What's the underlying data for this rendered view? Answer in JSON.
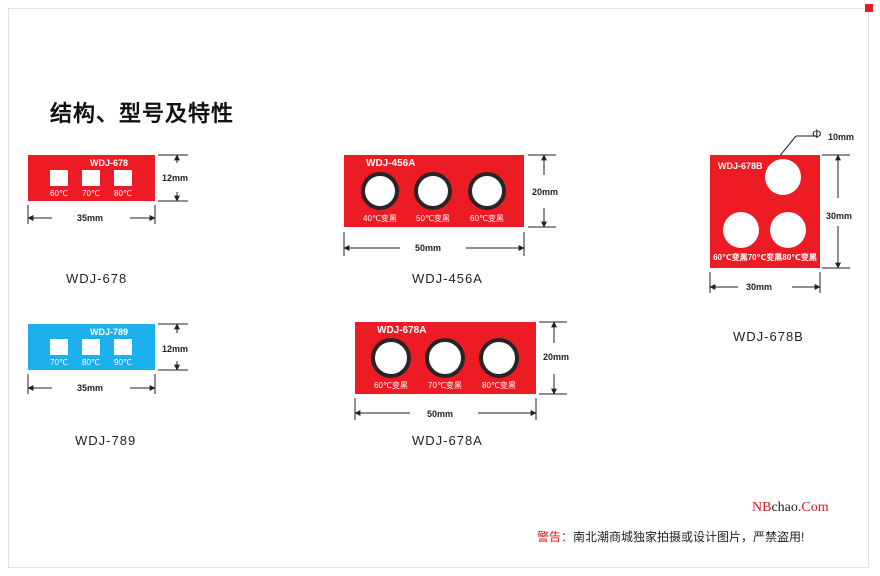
{
  "title": "结构、型号及特性",
  "colors": {
    "red": "#ec1b24",
    "blue": "#1cb1ec",
    "ring": "#262626"
  },
  "products": [
    {
      "model": "WDJ-678",
      "card_text": "WDJ-678",
      "temps": [
        "60℃",
        "70℃",
        "80℃"
      ],
      "width": "35mm",
      "height": "12mm",
      "color": "red"
    },
    {
      "model": "WDJ-789",
      "card_text": "WDJ-789",
      "temps": [
        "70℃",
        "80℃",
        "90℃"
      ],
      "width": "35mm",
      "height": "12mm",
      "color": "blue"
    },
    {
      "model": "WDJ-456A",
      "card_text": "WDJ-456A",
      "temps": [
        "40℃变黑",
        "50℃变黑",
        "60℃变黑"
      ],
      "width": "50mm",
      "height": "20mm",
      "color": "red"
    },
    {
      "model": "WDJ-678A",
      "card_text": "WDJ-678A",
      "temps": [
        "60℃变黑",
        "70℃变黑",
        "80℃变黑"
      ],
      "width": "50mm",
      "height": "20mm",
      "color": "red"
    },
    {
      "model": "WDJ-678B",
      "card_text": "WDJ-678B",
      "temps_line": "60℃变黑70℃变黑80℃变黑",
      "width": "30mm",
      "height": "30mm",
      "diameter_symbol": "Φ",
      "diameter": "10mm",
      "color": "red"
    }
  ],
  "watermark": {
    "nb": "NB",
    "chao": "chao.",
    "com": "Com"
  },
  "warning": {
    "label": "警告：",
    "text": "南北潮商城独家拍摄或设计图片，严禁盗用!"
  }
}
